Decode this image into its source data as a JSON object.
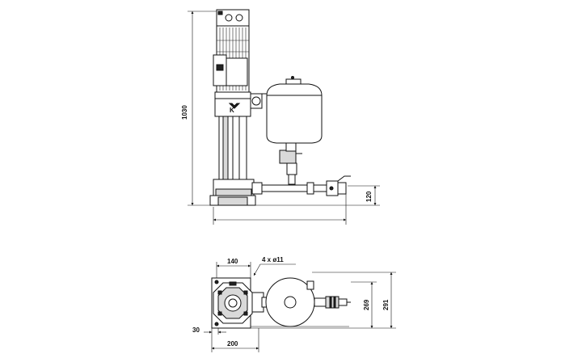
{
  "drawing": {
    "front_view": {
      "dim_height": "1030",
      "dim_base": "120"
    },
    "top_view": {
      "dim_140": "140",
      "dim_holes": "4 x ø11",
      "dim_269": "269",
      "dim_291": "291",
      "dim_30": "30",
      "dim_200": "200"
    }
  }
}
